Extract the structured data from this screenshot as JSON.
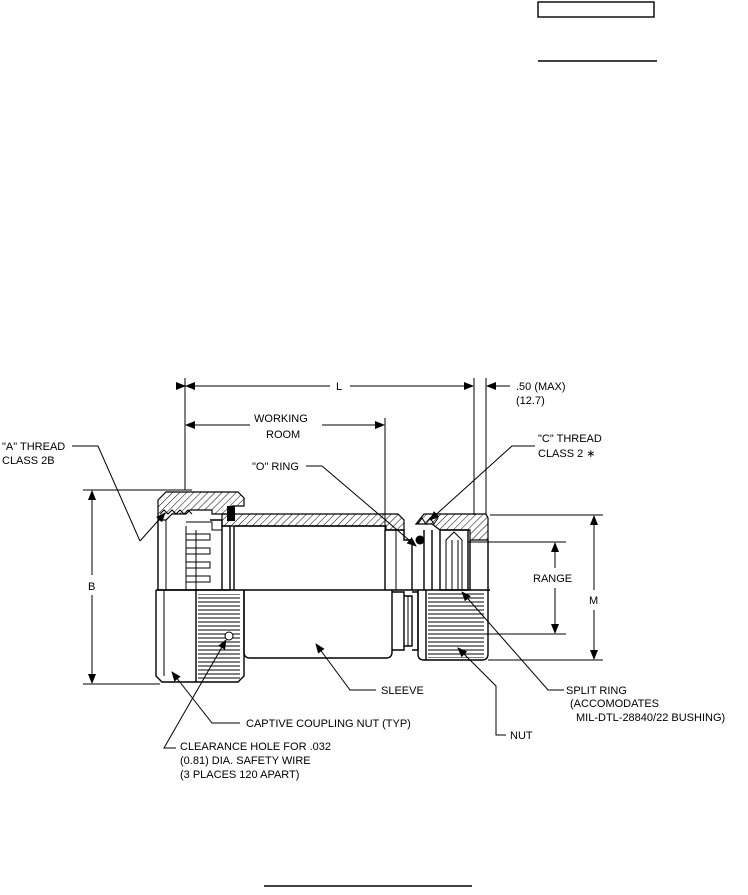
{
  "labels": {
    "L": "L",
    "max_a": ".50 (MAX)",
    "max_b": "(12.7)",
    "working_a": "WORKING",
    "working_b": "ROOM",
    "a_thread_a": "\"A\" THREAD",
    "a_thread_b": "CLASS 2B",
    "c_thread_a": "\"C\" THREAD",
    "c_thread_b": "CLASS 2 ∗",
    "o_ring": "\"O\" RING",
    "B": "B",
    "range": "RANGE",
    "M": "M",
    "sleeve": "SLEEVE",
    "split_a": "SPLIT RING",
    "split_b": "(ACCOMODATES",
    "split_c": "MIL-DTL-28840/22 BUSHING)",
    "captive": "CAPTIVE COUPLING NUT (TYP)",
    "nut": "NUT",
    "clear_a": "CLEARANCE HOLE FOR .032",
    "clear_b": "(0.81) DIA. SAFETY WIRE",
    "clear_c": "(3 PLACES 120 APART)"
  },
  "colors": {
    "ink": "#000000",
    "paper": "#ffffff"
  }
}
